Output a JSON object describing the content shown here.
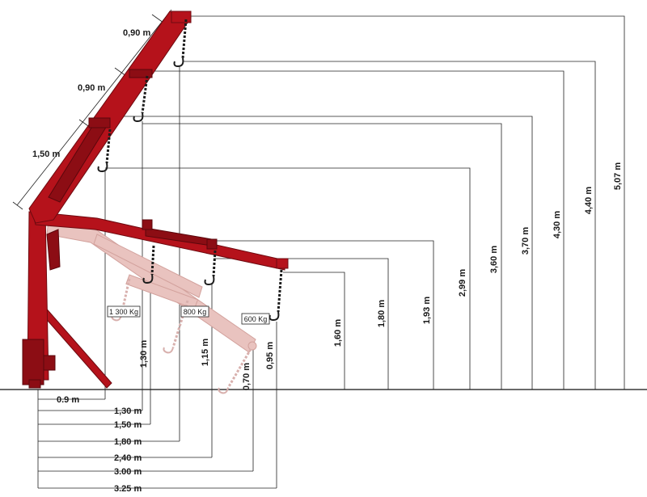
{
  "boom_segments": [
    {
      "label": "0,90 m"
    },
    {
      "label": "0,90 m"
    },
    {
      "label": "1,50 m"
    }
  ],
  "heights": [
    {
      "label": "5,07 m"
    },
    {
      "label": "4,40 m"
    },
    {
      "label": "4,30 m"
    },
    {
      "label": "3,70 m"
    },
    {
      "label": "3,60 m"
    },
    {
      "label": "2,99 m"
    },
    {
      "label": "1,93 m"
    },
    {
      "label": "1,80 m"
    },
    {
      "label": "1,60 m"
    }
  ],
  "hook_heights": [
    {
      "label": "1,30 m"
    },
    {
      "label": "1,15 m"
    },
    {
      "label": "0,95 m"
    },
    {
      "label": "0,70 m"
    }
  ],
  "reaches": [
    {
      "label": "0.9 m"
    },
    {
      "label": "1,30 m"
    },
    {
      "label": "1,50 m"
    },
    {
      "label": "1,80 m"
    },
    {
      "label": "2,40 m"
    },
    {
      "label": "3.00 m"
    },
    {
      "label": "3.25 m"
    }
  ],
  "loads": [
    {
      "label": "1 300 Kg"
    },
    {
      "label": "800 Kg"
    },
    {
      "label": "600 Kg"
    }
  ],
  "colors": {
    "crane": "#b5121b",
    "ghost": "#e9c3bf",
    "lines": "#222222"
  }
}
